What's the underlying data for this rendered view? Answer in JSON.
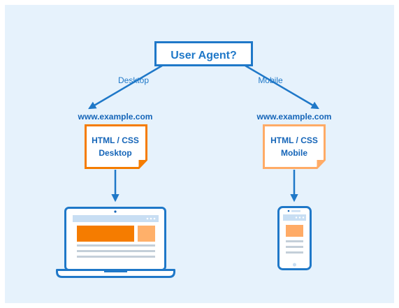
{
  "decision": {
    "label": "User Agent?"
  },
  "branches": {
    "left": {
      "label": "Desktop"
    },
    "right": {
      "label": "Mobile"
    }
  },
  "left_page": {
    "url": "www.example.com",
    "line1": "HTML / CSS",
    "line2": "Desktop"
  },
  "right_page": {
    "url": "www.example.com",
    "line1": "HTML / CSS",
    "line2": "Mobile"
  },
  "colors": {
    "background": "#e6f2fc",
    "primary_blue": "#1f78c8",
    "dark_blue": "#1565b8",
    "desktop_orange": "#f57c00",
    "mobile_orange": "#ffab66",
    "light_orange": "#ffb06a",
    "screen_bar": "#c8def3",
    "text_lines": "#c4cfd9"
  }
}
